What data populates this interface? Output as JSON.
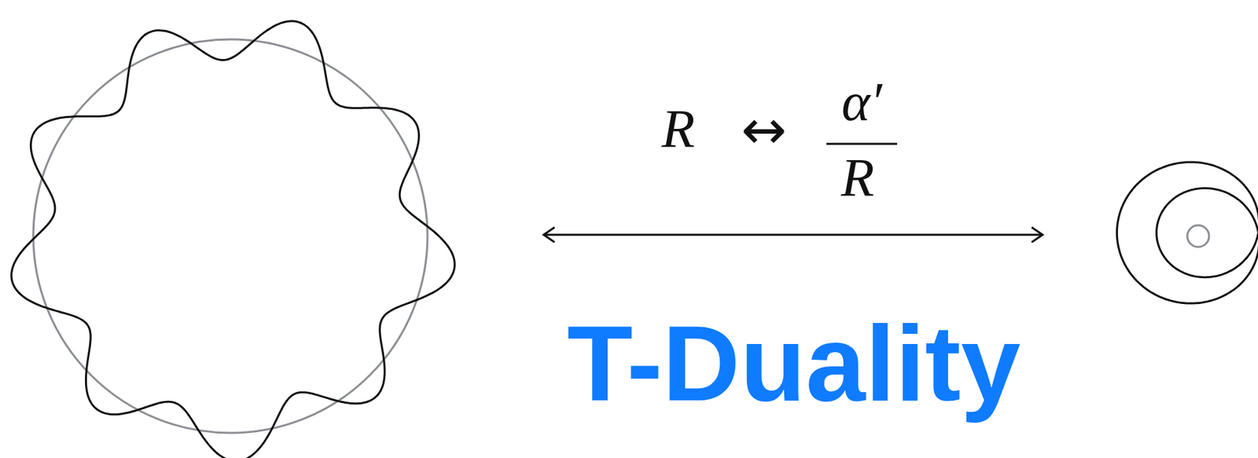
{
  "diagram": {
    "labels": [
      "R",
      "↔",
      "α′",
      "R",
      "T-Duality"
    ]
  }
}
